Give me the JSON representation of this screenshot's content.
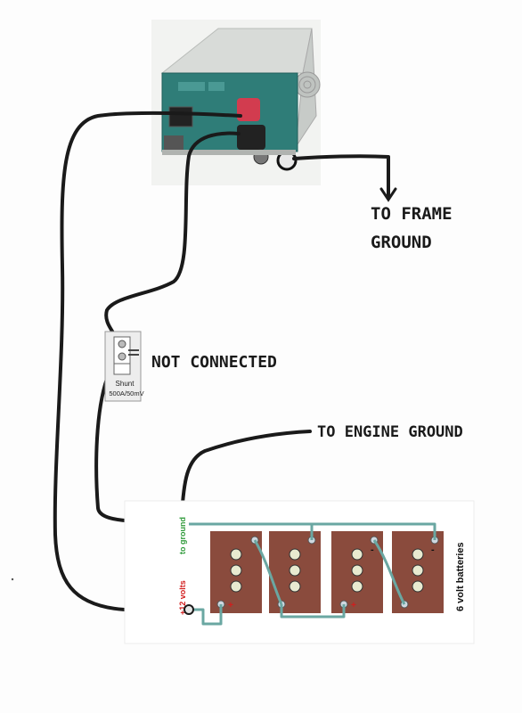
{
  "labels": {
    "to_frame_ground_line1": "TO FRAME",
    "to_frame_ground_line2": "GROUND",
    "not_connected": "NOT CONNECTED",
    "to_engine_ground": "TO ENGINE GROUND",
    "shunt_title": "Shunt",
    "shunt_rating": "500A/50mV",
    "to_ground": "to ground",
    "plus_12_volts": "+12 volts",
    "batteries": "6 volt batteries",
    "plus_sign": "+",
    "minus_sign": "-"
  },
  "colors": {
    "wire": "#1a1a1a",
    "battery_body": "#8a4b3d",
    "battery_cell": "#e8ead0",
    "cable": "#6aa7a2",
    "green_label": "#2f9a3a",
    "red_label": "#d21d1d",
    "inverter_face": "#2f7d78",
    "inverter_case": "#e3e5e2"
  },
  "battery_count": 4
}
